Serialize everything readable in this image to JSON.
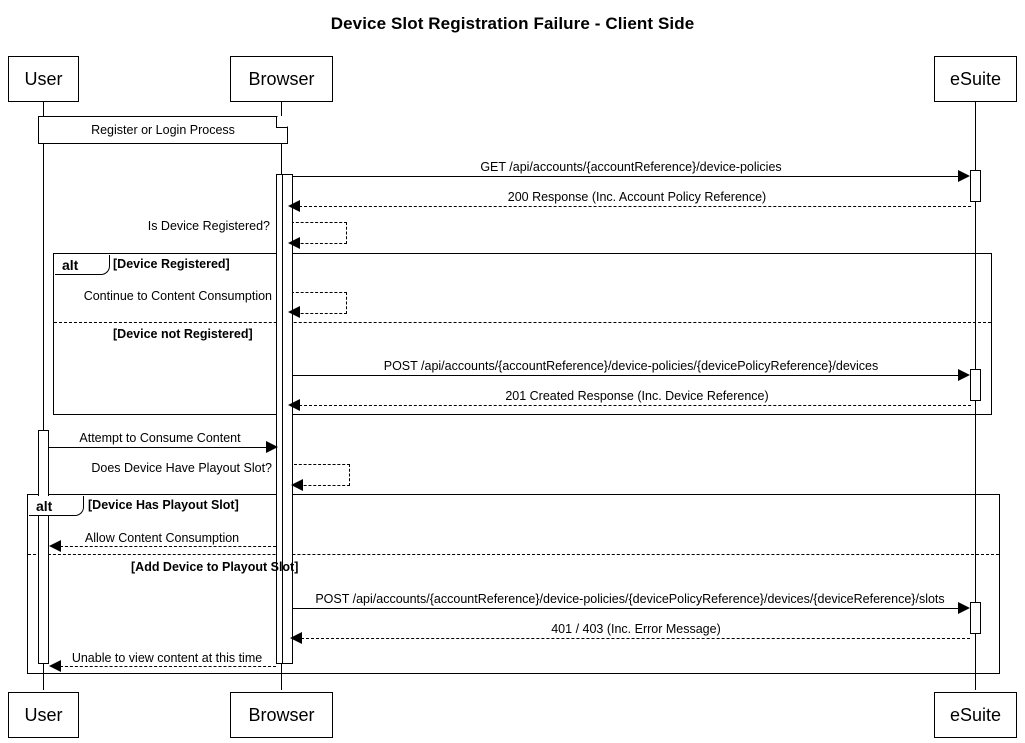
{
  "diagram": {
    "type": "sequence-diagram",
    "title": "Device Slot Registration Failure - Client Side",
    "participants": [
      {
        "id": "user",
        "label": "User"
      },
      {
        "id": "browser",
        "label": "Browser"
      },
      {
        "id": "esuite",
        "label": "eSuite"
      }
    ],
    "notes": [
      {
        "id": "register-login",
        "text": "Register or Login Process"
      }
    ],
    "fragments": [
      {
        "id": "alt-device-registration",
        "operator": "alt",
        "conditions": [
          "[Device Registered]",
          "[Device not Registered]"
        ]
      },
      {
        "id": "alt-playout-slot",
        "operator": "alt",
        "conditions": [
          "[Device Has Playout Slot]",
          "[Add Device to Playout Slot]"
        ]
      }
    ],
    "messages": [
      {
        "id": "get-device-policies",
        "from": "browser",
        "to": "esuite",
        "kind": "call",
        "label": "GET /api/accounts/{accountReference}/device-policies"
      },
      {
        "id": "resp-200-account-policy",
        "from": "esuite",
        "to": "browser",
        "kind": "return",
        "label": "200 Response (Inc. Account Policy Reference)"
      },
      {
        "id": "is-device-registered",
        "from": "browser",
        "to": "browser",
        "kind": "self-return",
        "label": "Is Device Registered?"
      },
      {
        "id": "continue-to-content-consumption",
        "from": "browser",
        "to": "browser",
        "kind": "self-return",
        "label": "Continue to Content Consumption"
      },
      {
        "id": "post-devices",
        "from": "browser",
        "to": "esuite",
        "kind": "call",
        "label": "POST /api/accounts/{accountReference}/device-policies/{devicePolicyReference}/devices"
      },
      {
        "id": "resp-201-created",
        "from": "esuite",
        "to": "browser",
        "kind": "return",
        "label": "201 Created Response (Inc. Device Reference)"
      },
      {
        "id": "attempt-to-consume-content",
        "from": "user",
        "to": "browser",
        "kind": "call",
        "label": "Attempt to Consume Content"
      },
      {
        "id": "does-device-have-playout-slot",
        "from": "browser",
        "to": "browser",
        "kind": "self-return",
        "label": "Does Device Have Playout Slot?"
      },
      {
        "id": "allow-content-consumption",
        "from": "browser",
        "to": "user",
        "kind": "return",
        "label": "Allow Content Consumption"
      },
      {
        "id": "post-slots",
        "from": "browser",
        "to": "esuite",
        "kind": "call",
        "label": "POST /api/accounts/{accountReference}/device-policies/{devicePolicyReference}/devices/{deviceReference}/slots"
      },
      {
        "id": "resp-401-403",
        "from": "esuite",
        "to": "browser",
        "kind": "return",
        "label": "401 / 403 (Inc. Error Message)"
      },
      {
        "id": "unable-to-view-content",
        "from": "browser",
        "to": "user",
        "kind": "return",
        "label": "Unable to view content at this time"
      }
    ],
    "colors": {
      "stroke": "#000000",
      "background": "#ffffff"
    }
  }
}
